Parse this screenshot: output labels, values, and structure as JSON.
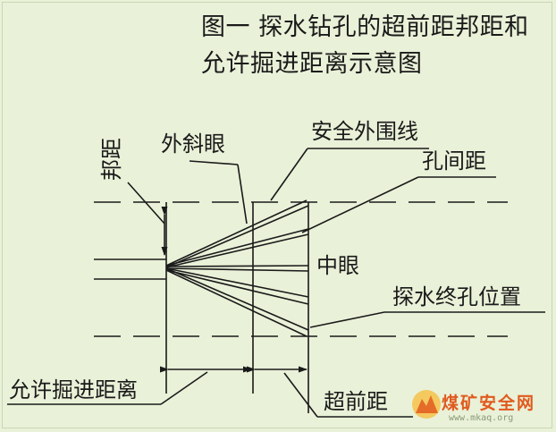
{
  "title": {
    "line1": "图一 探水钻孔的超前距邦距和",
    "line2": "允许掘进距离示意图"
  },
  "labels": {
    "bangju": "邦距",
    "waixieyan": "外斜眼",
    "anquanwaiweixian": "安全外围线",
    "kongjianju": "孔间距",
    "zhongyan": "中眼",
    "tanshuizhongkongweizhi": "探水终孔位置",
    "yunxujuejinjuli": "允许掘进距离",
    "chaoqianju": "超前距"
  },
  "watermark": {
    "text": "煤矿安全网",
    "url": "www.mkaq.org",
    "colors": {
      "text": "#e05a1e",
      "icon": "#f0a020"
    }
  },
  "colors": {
    "background": "#e9f1d8",
    "ink": "#1a1a1a"
  }
}
